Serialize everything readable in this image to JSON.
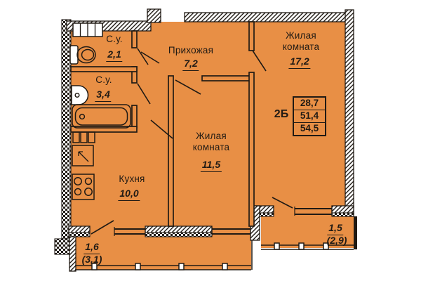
{
  "colors": {
    "floor": "#E88F45",
    "ink": "#201a14"
  },
  "rooms": {
    "su1": {
      "name": "С.у.",
      "area": "2,1"
    },
    "su2": {
      "name": "С.у.",
      "area": "3,4"
    },
    "hall": {
      "name": "Прихожая",
      "area": "7,2"
    },
    "living1": {
      "name": "Жилая комната",
      "area": "17,2"
    },
    "living2": {
      "name": "Жилая комната",
      "area": "11,5"
    },
    "kitchen": {
      "name": "Кухня",
      "area": "10,0"
    }
  },
  "balconies": {
    "left": {
      "area": "1,6",
      "area_full": "(3,1)"
    },
    "right": {
      "area": "1,5",
      "area_full": "(2,9)"
    }
  },
  "apartment": {
    "type_label": "2Б",
    "area_living": "28,7",
    "area_total": "51,4",
    "area_with_balcony": "54,5"
  }
}
